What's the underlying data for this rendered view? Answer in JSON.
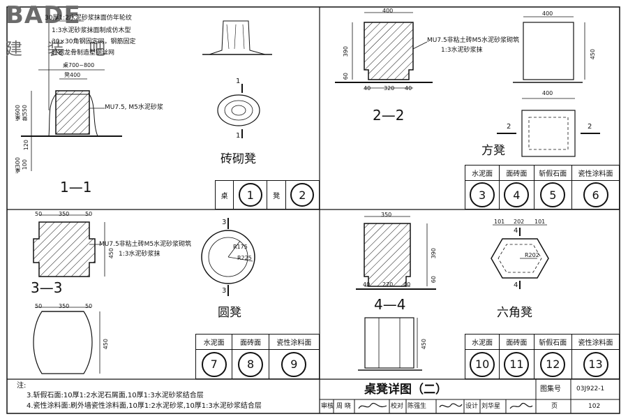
{
  "logo": {
    "main": "BADE",
    "sub": "建 装 吧"
  },
  "notes_top": [
    "30厚1:2水泥砂浆抹面仿年轮纹",
    "1:3水泥砂浆抹面制成仿木型",
    "30×30角钢固定网，钢筋固定",
    "轻钢龙骨制造型钢丝网"
  ],
  "sec11": {
    "dim_800": "桌700~800",
    "dim_400": "凳400",
    "dim_600": "桌600",
    "dim_550": "凳550",
    "dim_120": "120",
    "dim_300": "桌300",
    "dim_100": "100",
    "mu": "MU7.5, M5水泥砂浆",
    "label": "1—1"
  },
  "brick": {
    "title": "砖砌凳",
    "cut": "1",
    "cut2": "1"
  },
  "small_table_a": {
    "col1": "桌",
    "col2": "凳",
    "n1": "1",
    "n2": "2"
  },
  "sec22": {
    "dim_400": "400",
    "dim_390": "390",
    "dim_60": "60",
    "b40a": "40",
    "b320": "320",
    "b40b": "40",
    "mu": "MU7.5非粘土砖M5水泥砂浆砌筑",
    "mu2": "1:3水泥砂浆抹",
    "label": "2—2"
  },
  "square": {
    "dim_400_elev": "400",
    "dim_450": "450",
    "dim_400_plan": "400",
    "cut_l": "2",
    "cut_r": "2",
    "title": "方凳"
  },
  "finish_table_a": {
    "headers": [
      "水泥面",
      "面砖面",
      "斩假石面",
      "瓷性涂料面"
    ],
    "nums": [
      "3",
      "4",
      "5",
      "6"
    ]
  },
  "sec33": {
    "dim_350": "350",
    "l50": "50",
    "r50": "50",
    "dim_450": "450",
    "mu": "MU7.5非粘土砖M5水泥砂浆砌筑",
    "mu2": "1:3水泥砂浆抹",
    "label": "3—3"
  },
  "barrel": {
    "dim_350": "350",
    "l50": "50",
    "r50": "50",
    "dim_450": "450"
  },
  "round": {
    "cut": "3",
    "cut2": "3",
    "r175": "R175",
    "r225": "R225",
    "title": "圆凳"
  },
  "finish_table_b": {
    "headers": [
      "水泥面",
      "面砖面",
      "瓷性涂料面"
    ],
    "nums": [
      "7",
      "8",
      "9"
    ]
  },
  "sec44": {
    "dim_350": "350",
    "dim_390": "390",
    "dim_60": "60",
    "b40a": "40",
    "b270": "270",
    "b40b": "40",
    "label": "4—4"
  },
  "hexa": {
    "d101a": "101",
    "d202": "202",
    "d101b": "101",
    "cut": "4",
    "cut2": "4",
    "r": "R202",
    "title": "六角凳",
    "dim_450": "450"
  },
  "finish_table_c": {
    "headers": [
      "水泥面",
      "面砖面",
      "斩假石面",
      "瓷性涂料面"
    ],
    "nums": [
      "10",
      "11",
      "12",
      "13"
    ]
  },
  "notes": {
    "head": "注:",
    "l3": "3.斩假石面:10厚1:2水泥石屑面,10厚1:3水泥砂浆结合层",
    "l4": "4.瓷性涂料面:刷外墙瓷性涂料面,10厚1:2水泥砂浆,10厚1:3水泥砂浆结合层"
  },
  "title_block": {
    "title": "桌凳详图（二）",
    "atlas_label": "图集号",
    "atlas_no": "03J922-1",
    "review": "审核",
    "reviewer": "周 晓",
    "check": "校对",
    "checker": "陈强生",
    "design": "设计",
    "designer": "刘华星",
    "page_label": "页",
    "page_no": "102"
  }
}
